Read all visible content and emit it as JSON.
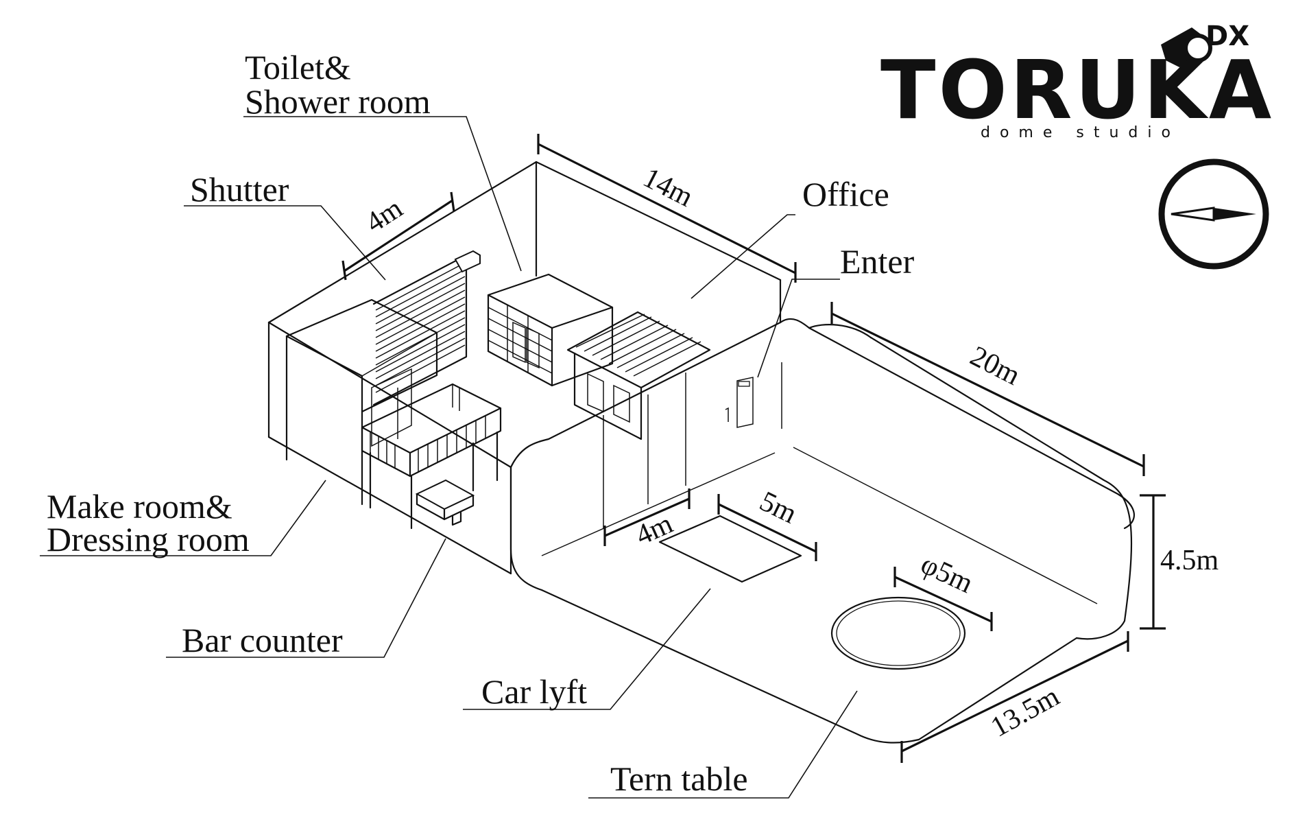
{
  "logo": {
    "name": "TORUKA",
    "suffix": "DX",
    "subtitle": "dome studio"
  },
  "labels": {
    "toilet_line1": "Toilet&",
    "toilet_line2": "Shower room",
    "shutter": "Shutter",
    "office": "Office",
    "enter": "Enter",
    "make_line1": "Make room&",
    "make_line2": "Dressing room",
    "bar_counter": "Bar counter",
    "car_lyft": "Car lyft",
    "tern_table": "Tern table"
  },
  "dimensions": {
    "shutter_width": "4m",
    "back_length": "14m",
    "dome_length": "20m",
    "height": "4.5m",
    "depth": "13.5m",
    "lift_width": "4m",
    "lift_length": "5m",
    "turntable_diameter": "φ5m"
  },
  "icons": {
    "compass": "compass-icon",
    "camera": "camera-icon"
  }
}
